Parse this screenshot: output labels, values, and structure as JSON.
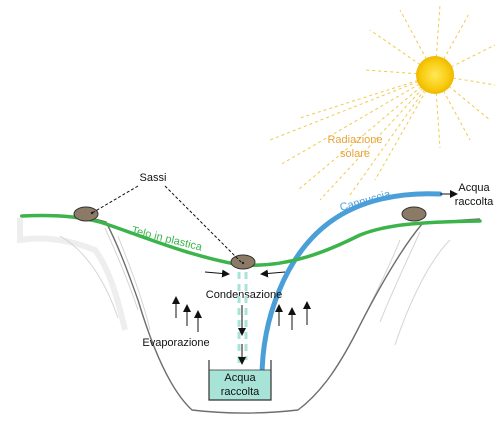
{
  "colors": {
    "ground": "#8a8a8a",
    "plastic": "#3cb44b",
    "straw": "#4a9fd8",
    "sun": "#f6c200",
    "radiation_text": "#e8a33c",
    "water": "#a8e3d8",
    "stone": "#8a7a66"
  },
  "labels": {
    "radiation_line1": "Radiazione",
    "radiation_line2": "solare",
    "sassi": "Sassi",
    "telo": "Telo in plastica",
    "cannuccia": "Cannuccia",
    "acqua_top_line1": "Acqua",
    "acqua_top_line2": "raccolta",
    "condensazione": "Condensazione",
    "evaporazione": "Evaporazione",
    "acqua_bottom_line1": "Acqua",
    "acqua_bottom_line2": "raccolta"
  },
  "icons": [
    "sun-icon",
    "stone-icon",
    "container-icon",
    "arrow-up-icon",
    "arrow-down-icon"
  ]
}
